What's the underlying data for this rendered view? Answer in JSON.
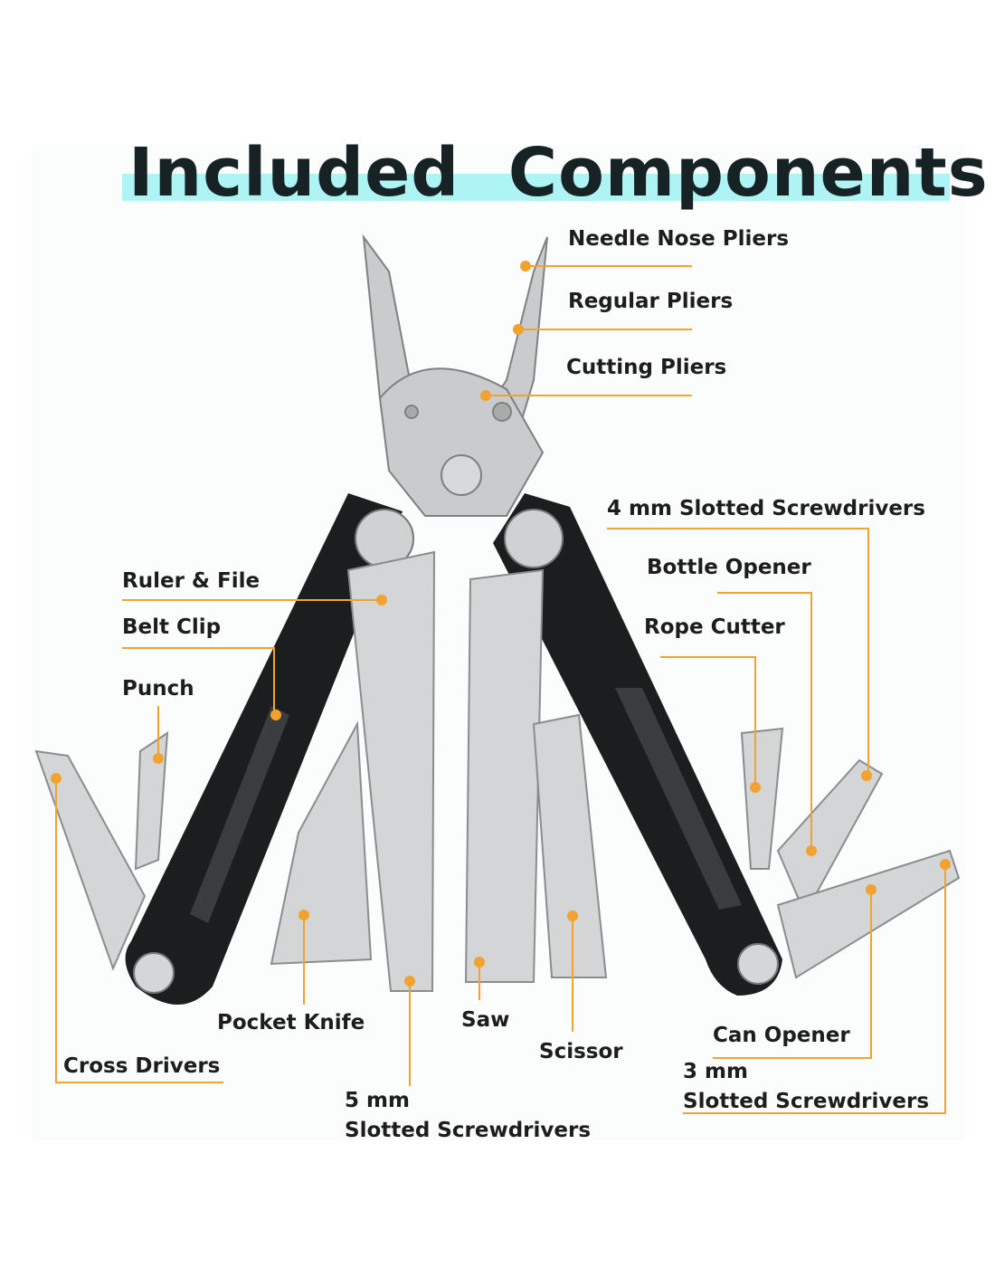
{
  "title": "Included  Components",
  "accent_color": "#f2a22e",
  "highlight_color": "#aef4f4",
  "labels": {
    "needle_nose_pliers": "Needle Nose Pliers",
    "regular_pliers": "Regular Pliers",
    "cutting_pliers": "Cutting Pliers",
    "slotted_4mm": "4 mm Slotted Screwdrivers",
    "bottle_opener": "Bottle Opener",
    "rope_cutter": "Rope Cutter",
    "ruler_file": "Ruler & File",
    "belt_clip": "Belt Clip",
    "punch": "Punch",
    "cross_drivers": "Cross Drivers",
    "pocket_knife": "Pocket Knife",
    "saw": "Saw",
    "scissor": "Scissor",
    "slotted_5mm_line1": "5 mm",
    "slotted_5mm_line2": "Slotted Screwdrivers",
    "can_opener": "Can Opener",
    "slotted_3mm_line1": "3 mm",
    "slotted_3mm_line2": "Slotted Screwdrivers"
  }
}
